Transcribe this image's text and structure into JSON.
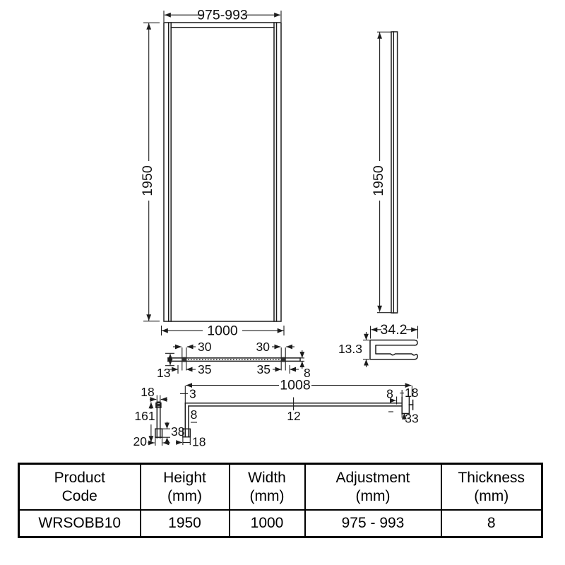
{
  "drawing": {
    "front": {
      "top_width": "975-993",
      "height": "1950",
      "bottom_width": "1000"
    },
    "side": {
      "height": "1950"
    },
    "profile": {
      "width": "34.2",
      "depth": "13.3"
    },
    "glass_section": {
      "left_top": "30",
      "right_top": "30",
      "left_bottom": "35",
      "right_bottom": "35",
      "left_height": "13",
      "thickness": "8"
    },
    "post": {
      "width": "18",
      "height": "161",
      "foot_height": "38",
      "foot_width": "20"
    },
    "bar": {
      "length": "1008",
      "wall": "3",
      "mid": "12",
      "leg_width": "8",
      "leg_foot": "18",
      "end_offset": "8",
      "end_cap": "18",
      "end_drop": "33"
    }
  },
  "table": {
    "columns": [
      {
        "line1": "Product",
        "line2": "Code",
        "value": "WRSOBB10"
      },
      {
        "line1": "Height",
        "line2": "(mm)",
        "value": "1950"
      },
      {
        "line1": "Width",
        "line2": "(mm)",
        "value": "1000"
      },
      {
        "line1": "Adjustment",
        "line2": "(mm)",
        "value": "975 - 993"
      },
      {
        "line1": "Thickness",
        "line2": "(mm)",
        "value": "8"
      }
    ]
  }
}
